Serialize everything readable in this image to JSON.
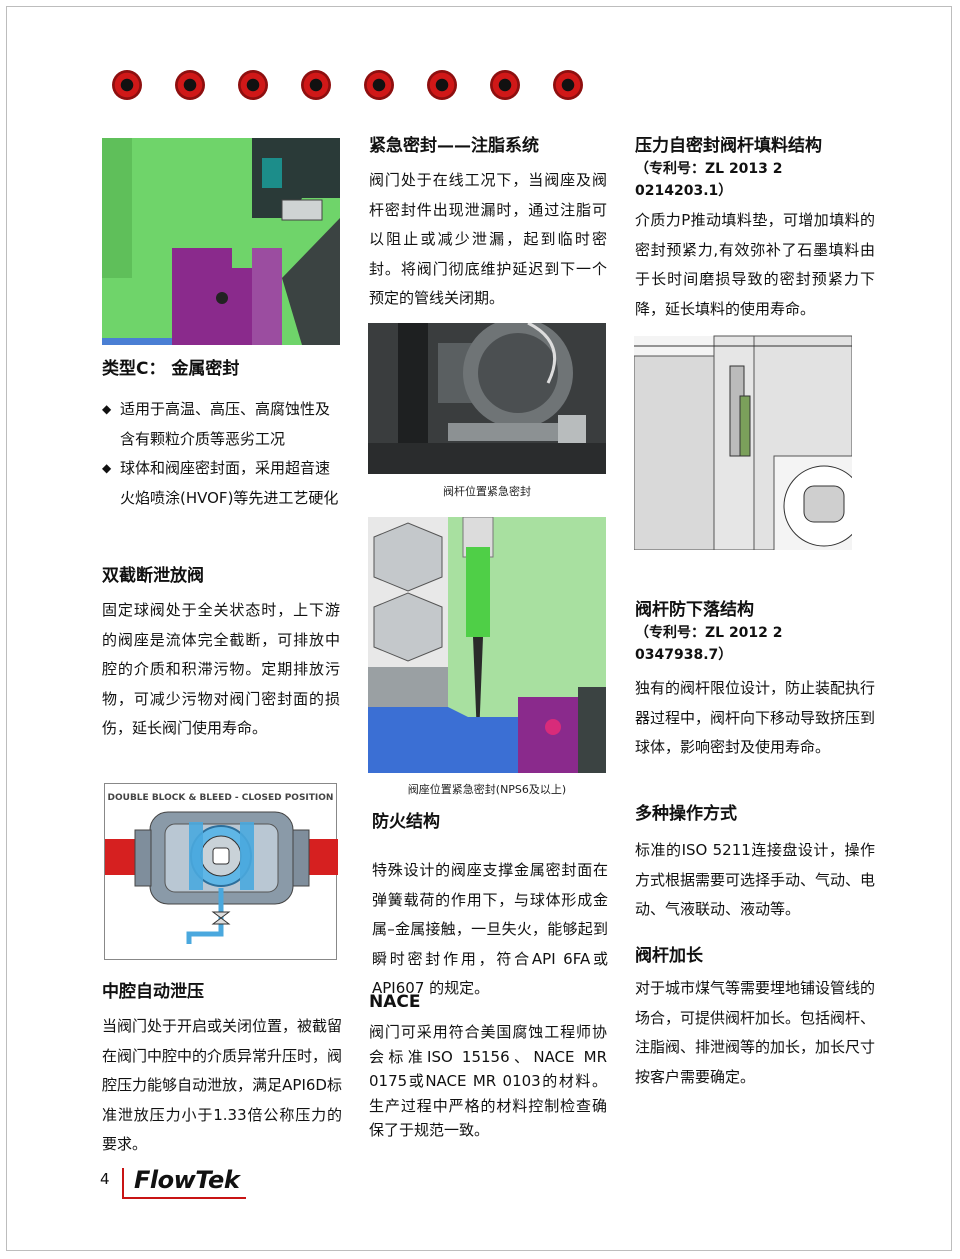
{
  "page": {
    "number": "4",
    "brand": "FlowTek"
  },
  "col1": {
    "typec_title": "类型C： 金属密封",
    "typec_bullets": [
      "适用于高温、高压、高腐蚀性及含有颗粒介质等恶劣工况",
      "球体和阀座密封面，采用超音速火焰喷涂(HVOF)等先进工艺硬化"
    ],
    "dbb_title": "双截断泄放阀",
    "dbb_text": "固定球阀处于全关状态时，上下游的阀座是流体完全截断，可排放中腔的介质和积滞污物。定期排放污物，可减少污物对阀门密封面的损伤，延长阀门使用寿命。",
    "dbb_figure_label": "DOUBLE BLOCK & BLEED - CLOSED POSITION",
    "relief_title": "中腔自动泄压",
    "relief_text": "当阀门处于开启或关闭位置，被截留在阀门中腔中的介质异常升压时，阀腔压力能够自动泄放，满足API6D标准泄放压力小于1.33倍公称压力的要求。"
  },
  "col2": {
    "emergency_title": "紧急密封——注脂系统",
    "emergency_text": "阀门处于在线工况下，当阀座及阀杆密封件出现泄漏时，通过注脂可以阻止或减少泄漏，起到临时密封。将阀门彻底维护延迟到下一个预定的管线关闭期。",
    "caption_stem": "阀杆位置紧急密封",
    "caption_seat": "阀座位置紧急密封(NPS6及以上)",
    "fire_title": "防火结构",
    "fire_text": "特殊设计的阀座支撑金属密封面在弹簧载荷的作用下，与球体形成金属–金属接触，一旦失火，能够起到瞬时密封作用，符合API 6FA或API607 的规定。",
    "nace_title": "NACE",
    "nace_text": "阀门可采用符合美国腐蚀工程师协会标准ISO 15156、NACE MR 0175或NACE MR 0103的材料。生产过程中严格的材料控制检查确保了于规范一致。"
  },
  "col3": {
    "packing_title": "压力自密封阀杆填料结构",
    "packing_patent": "（专利号：ZL 2013 2 0214203.1）",
    "packing_text": "介质力P推动填料垫，可增加填料的密封预紧力,有效弥补了石墨填料由于长时间磨损导致的密封预紧力下降，延长填料的使用寿命。",
    "antidrop_title": "阀杆防下落结构",
    "antidrop_patent": "（专利号：ZL 2012 2 0347938.7）",
    "antidrop_text": "独有的阀杆限位设计，防止装配执行器过程中，阀杆向下移动导致挤压到球体，影响密封及使用寿命。",
    "ops_title": "多种操作方式",
    "ops_text": "标准的ISO 5211连接盘设计，操作方式根据需要可选择手动、气动、电动、气液联动、液动等。",
    "ext_title": "阀杆加长",
    "ext_text": "对于城市煤气等需要埋地铺设管线的场合，可提供阀杆加长。包括阀杆、注脂阀、排泄阀等的加长，加长尺寸按客户需要确定。"
  },
  "colors": {
    "accent_red": "#d01818",
    "green": "#6fd46a",
    "purple": "#8a2a8c",
    "light_green": "#a8e0a0"
  }
}
